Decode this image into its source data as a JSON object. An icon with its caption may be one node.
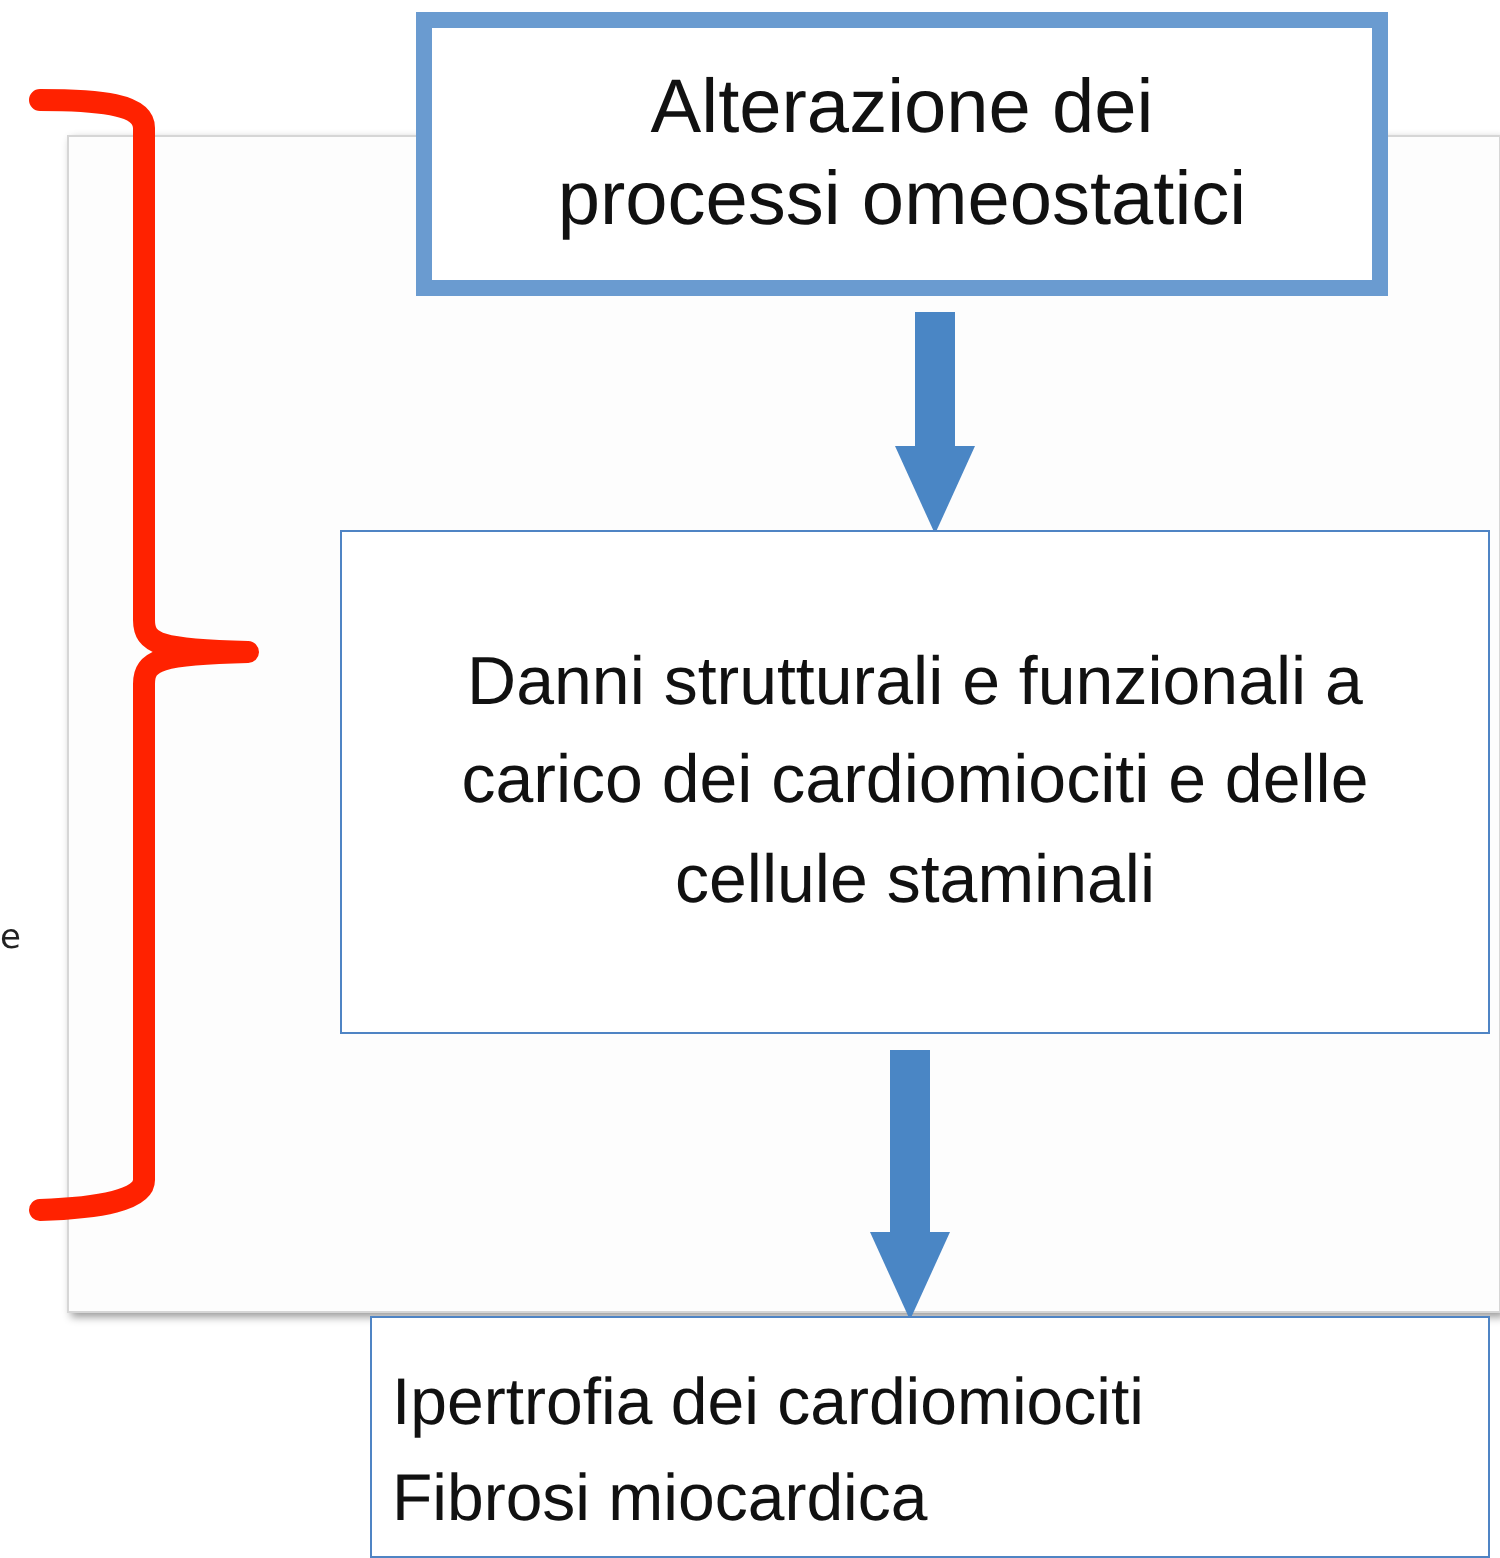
{
  "diagram": {
    "nodes": [
      {
        "text": [
          "Alterazione dei processi omeostatici"
        ]
      },
      {
        "text": [
          "Danni strutturali e funzionali a carico dei cardiomiociti e delle cellule staminali"
        ]
      },
      {
        "text": [
          "Ipertrofia dei cardiomiociti",
          "Fibrosi miocardica"
        ]
      }
    ],
    "edges": [
      {
        "from": 0,
        "to": 1,
        "arrow": "to"
      },
      {
        "from": 1,
        "to": 2,
        "arrow": "to"
      }
    ],
    "labels": [
      "e"
    ]
  }
}
